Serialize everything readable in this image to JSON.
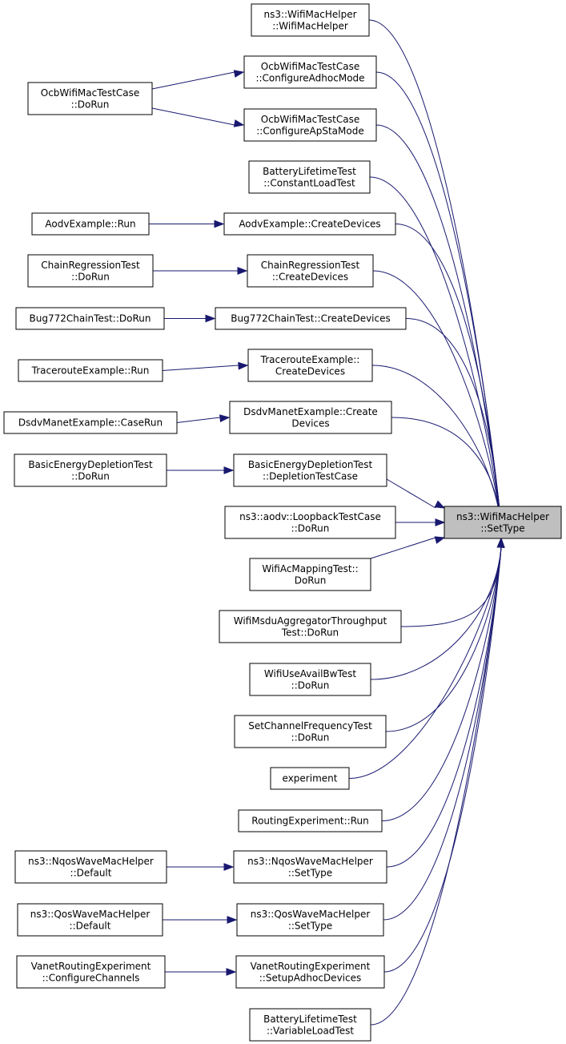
{
  "colors": {
    "edge": "#191970",
    "node_border": "#000000",
    "node_fill": "#ffffff",
    "target_fill": "#bfbfbf",
    "background": "#ffffff"
  },
  "target": {
    "id": "target",
    "lines": [
      "ns3::WifiMacHelper",
      "::SetType"
    ]
  },
  "direct_callers": [
    {
      "id": "c1",
      "lines": [
        "ns3::WifiMacHelper",
        "::WifiMacHelper"
      ]
    },
    {
      "id": "c2",
      "lines": [
        "OcbWifiMacTestCase",
        "::ConfigureAdhocMode"
      ]
    },
    {
      "id": "c3",
      "lines": [
        "OcbWifiMacTestCase",
        "::ConfigureApStaMode"
      ]
    },
    {
      "id": "c4",
      "lines": [
        "BatteryLifetimeTest",
        "::ConstantLoadTest"
      ]
    },
    {
      "id": "c5",
      "lines": [
        "AodvExample::CreateDevices"
      ]
    },
    {
      "id": "c6",
      "lines": [
        "ChainRegressionTest",
        "::CreateDevices"
      ]
    },
    {
      "id": "c7",
      "lines": [
        "Bug772ChainTest::CreateDevices"
      ]
    },
    {
      "id": "c8",
      "lines": [
        "TracerouteExample::",
        "CreateDevices"
      ]
    },
    {
      "id": "c9",
      "lines": [
        "DsdvManetExample::Create",
        "Devices"
      ]
    },
    {
      "id": "c10",
      "lines": [
        "BasicEnergyDepletionTest",
        "::DepletionTestCase"
      ]
    },
    {
      "id": "c11",
      "lines": [
        "ns3::aodv::LoopbackTestCase",
        "::DoRun"
      ]
    },
    {
      "id": "c12",
      "lines": [
        "WifiAcMappingTest::",
        "DoRun"
      ]
    },
    {
      "id": "c13",
      "lines": [
        "WifiMsduAggregatorThroughput",
        "Test::DoRun"
      ]
    },
    {
      "id": "c14",
      "lines": [
        "WifiUseAvailBwTest",
        "::DoRun"
      ]
    },
    {
      "id": "c15",
      "lines": [
        "SetChannelFrequencyTest",
        "::DoRun"
      ]
    },
    {
      "id": "c16",
      "lines": [
        "experiment"
      ]
    },
    {
      "id": "c17",
      "lines": [
        "RoutingExperiment::Run"
      ]
    },
    {
      "id": "c18",
      "lines": [
        "ns3::NqosWaveMacHelper",
        "::SetType"
      ]
    },
    {
      "id": "c19",
      "lines": [
        "ns3::QosWaveMacHelper",
        "::SetType"
      ]
    },
    {
      "id": "c20",
      "lines": [
        "VanetRoutingExperiment",
        "::SetupAdhocDevices"
      ]
    },
    {
      "id": "c21",
      "lines": [
        "BatteryLifetimeTest",
        "::VariableLoadTest"
      ]
    }
  ],
  "second_level_callers": [
    {
      "id": "s1",
      "lines": [
        "OcbWifiMacTestCase",
        "::DoRun"
      ],
      "calls": [
        "c2",
        "c3"
      ]
    },
    {
      "id": "s2",
      "lines": [
        "AodvExample::Run"
      ],
      "calls": [
        "c5"
      ]
    },
    {
      "id": "s3",
      "lines": [
        "ChainRegressionTest",
        "::DoRun"
      ],
      "calls": [
        "c6"
      ]
    },
    {
      "id": "s4",
      "lines": [
        "Bug772ChainTest::DoRun"
      ],
      "calls": [
        "c7"
      ]
    },
    {
      "id": "s5",
      "lines": [
        "TracerouteExample::Run"
      ],
      "calls": [
        "c8"
      ]
    },
    {
      "id": "s6",
      "lines": [
        "DsdvManetExample::CaseRun"
      ],
      "calls": [
        "c9"
      ]
    },
    {
      "id": "s7",
      "lines": [
        "BasicEnergyDepletionTest",
        "::DoRun"
      ],
      "calls": [
        "c10"
      ]
    },
    {
      "id": "s8",
      "lines": [
        "ns3::NqosWaveMacHelper",
        "::Default"
      ],
      "calls": [
        "c18"
      ]
    },
    {
      "id": "s9",
      "lines": [
        "ns3::QosWaveMacHelper",
        "::Default"
      ],
      "calls": [
        "c19"
      ]
    },
    {
      "id": "s10",
      "lines": [
        "VanetRoutingExperiment",
        "::ConfigureChannels"
      ],
      "calls": [
        "c20"
      ]
    }
  ]
}
